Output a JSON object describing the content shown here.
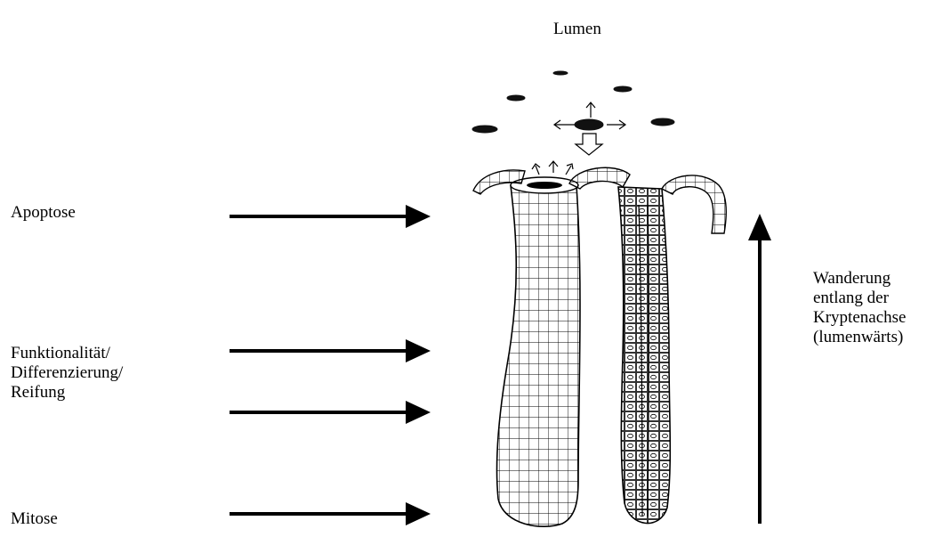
{
  "labels": {
    "lumen": "Lumen",
    "apoptose": "Apoptose",
    "funktion": "Funktionalität/\nDifferenzierung/\nReifung",
    "mitose": "Mitose",
    "wanderung": "Wanderung\nentlang der\nKryptenachse\n(lumenwärts)"
  },
  "colors": {
    "ink": "#000000",
    "background": "#ffffff"
  },
  "icons": {
    "arrow": "right-arrow-icon",
    "up_arrow": "up-arrow-icon",
    "cell": "shed-cell-icon"
  }
}
